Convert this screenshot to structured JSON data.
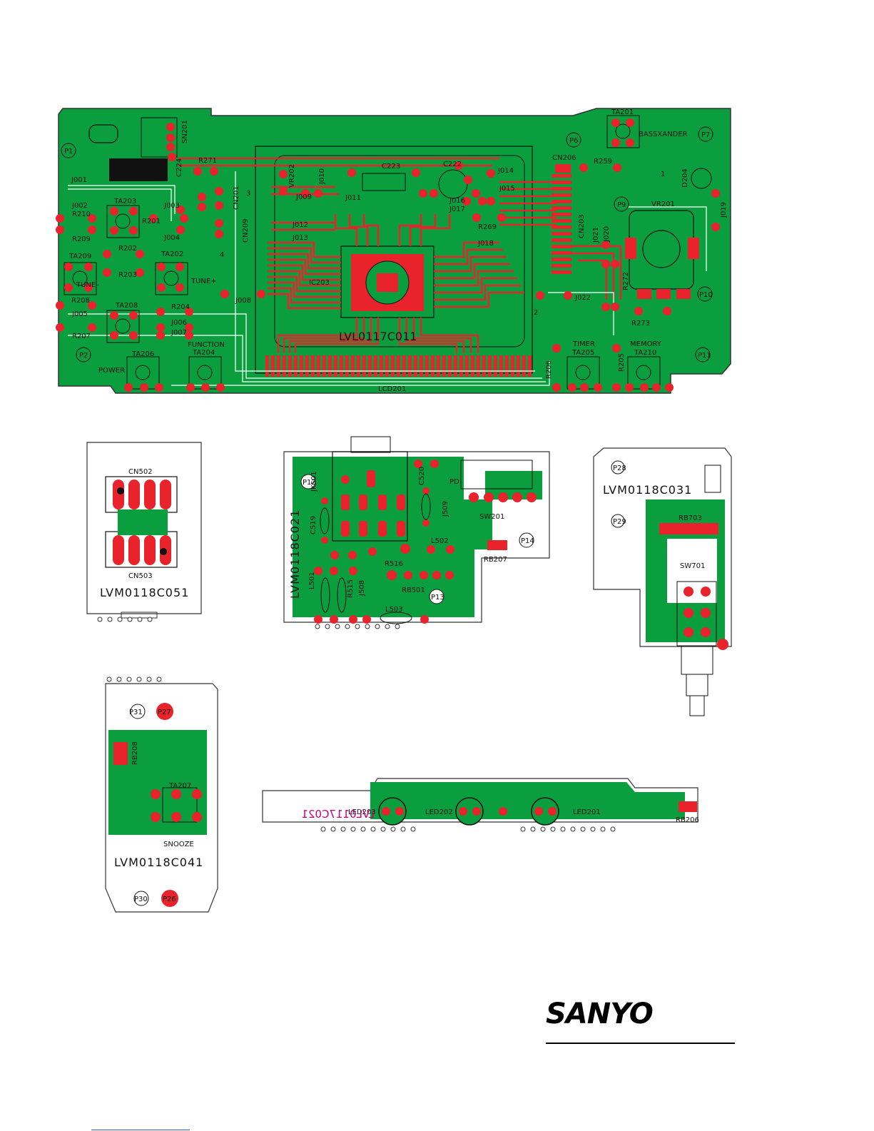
{
  "colors": {
    "board": "#0a9e3e",
    "copper": "#e8232b",
    "silk": "#111111",
    "mirror_silk": "#c0007a",
    "outline": "#444444"
  },
  "main_board": {
    "code": "LVL0117C011",
    "lcd": "LCD201",
    "ic": "IC203",
    "labels": {
      "sn201": "SN201",
      "c224": "C224",
      "r271": "R271",
      "cn201": "CN201",
      "cn209": "CN209",
      "j001": "J001",
      "j002": "J002",
      "r210": "R210",
      "r209": "R209",
      "ta203": "TA203",
      "j003": "J003",
      "r201": "R201",
      "j004": "J004",
      "ta209": "TA209",
      "r202": "R202",
      "r203": "R203",
      "ta202": "TA202",
      "tune_minus": "TUNE–",
      "tune_plus": "TUNE+",
      "r208": "R208",
      "j005": "J005",
      "r207": "R207",
      "ta208": "TA208",
      "r204": "R204",
      "j006": "J006",
      "j007": "J007",
      "j008": "J008",
      "function": "FUNCTION",
      "ta204": "TA204",
      "power": "POWER",
      "ta206": "TA206",
      "vr202": "VR202",
      "j010": "J010",
      "j009": "J009",
      "c223": "C223",
      "c222": "C222",
      "j011": "J011",
      "j012": "J012",
      "j013": "J013",
      "j014": "J014",
      "j015": "J015",
      "j016": "J016",
      "j017": "J017",
      "r269": "R269",
      "j018": "J018",
      "ta201": "TA201",
      "bassxander": "BASSXANDER",
      "cn206": "CN206",
      "r259": "R259",
      "d204": "D204",
      "j019": "J019",
      "vr201": "VR201",
      "cn203": "CN203",
      "j021": "J021",
      "j020": "J020",
      "r272": "R272",
      "j022": "J022",
      "r273": "R273",
      "timer": "TIMER",
      "ta205": "TA205",
      "memory": "MEMORY",
      "ta210": "TA210",
      "r206": "R206",
      "r205": "R205"
    },
    "points": [
      "P1",
      "P2",
      "P6",
      "P7",
      "P9",
      "P10",
      "P11"
    ],
    "marks": [
      "3",
      "4",
      "1",
      "2"
    ]
  },
  "connector_board": {
    "code": "LVM0118C051",
    "cn502": "CN502",
    "cn503": "CN503"
  },
  "jack_board": {
    "code": "LVM0118C021",
    "labels": {
      "jk501": "JK501",
      "c520": "C520",
      "pd": "PD",
      "j509": "J509",
      "sw201": "SW201",
      "c519": "C519",
      "l502": "L502",
      "r516": "R516",
      "rb207": "RB207",
      "l501": "L501",
      "r515": "R515",
      "j508": "J508",
      "rb501": "RB501",
      "l503": "L503"
    },
    "points": [
      "P12",
      "P13",
      "P14"
    ]
  },
  "switch_board": {
    "code": "LVM0118C031",
    "rb703": "RB703",
    "sw701": "SW701",
    "points": [
      "P28",
      "P29"
    ]
  },
  "snooze_board": {
    "code": "LVM0118C041",
    "rb208": "RB208",
    "ta207": "TA207",
    "snooze": "SNOOZE",
    "points": [
      "P31",
      "P27",
      "P30",
      "P26"
    ]
  },
  "led_board": {
    "code_mirrored": "LVL0117C021",
    "led203": "LED203",
    "led202": "LED202",
    "led201": "LED201",
    "rb206": "RB206"
  },
  "brand": {
    "logo": "SANYO"
  }
}
